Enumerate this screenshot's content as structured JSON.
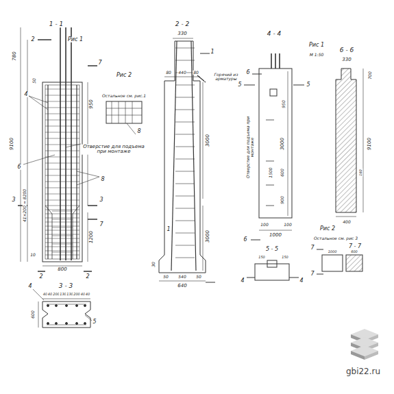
{
  "diagram": {
    "labels": [
      "1 - 1",
      "Рис 1",
      "2",
      "780",
      "7",
      "4",
      "50",
      "950",
      "Рис 2",
      "Остальное см. рис.1",
      "8",
      "Отверстие для подъема при монтаже",
      "6",
      "8",
      "9100",
      "41×200 = 8200",
      "3",
      "3",
      "7",
      "1200",
      "10",
      "800",
      "2",
      "2",
      "3 - 3",
      "4",
      "40",
      "40",
      "200",
      "130",
      "130",
      "200",
      "40",
      "40",
      "600",
      "5",
      "2 - 2",
      "330",
      "1",
      "80",
      "440",
      "80",
      "Горячий из арматуры",
      "3000",
      "3000",
      "1",
      "50",
      "540",
      "50",
      "640",
      "30",
      "4 - 4",
      "Рис 1",
      "М 1:50",
      "6",
      "5",
      "5",
      "950",
      "Отверстие для подъема при монтаже",
      "3000",
      "600",
      "1500",
      "900",
      "100",
      "100",
      "1000",
      "6",
      "5 - 5",
      "150",
      "150",
      "4",
      "4",
      "6 - 6",
      "330",
      "700",
      "9100",
      "160",
      "400",
      "Рис 2",
      "Остальное см. рис 3",
      "7",
      "7 - 7",
      "1000",
      "600",
      "7",
      "gbi22.ru"
    ]
  }
}
